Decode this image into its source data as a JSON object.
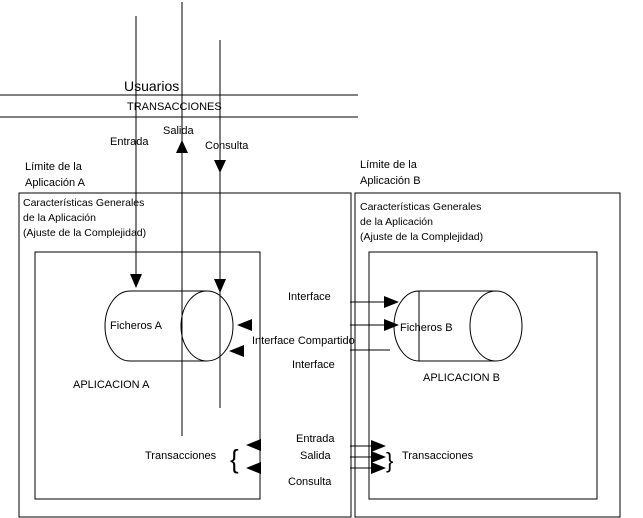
{
  "header": {
    "users_label": "Usuarios",
    "transactions_label": "TRANSACCIONES"
  },
  "flows": {
    "entrada": "Entrada",
    "salida": "Salida",
    "consulta": "Consulta"
  },
  "app_a": {
    "boundary_label_line1": "Límite de la",
    "boundary_label_line2": "Aplicación A",
    "characteristics_line1": "Características Generales",
    "characteristics_line2": "de la Aplicación",
    "characteristics_line3": "(Ajuste de la Complejidad)",
    "files_label": "Ficheros A",
    "app_label": "APLICACION A",
    "transactions_label": "Transacciones"
  },
  "app_b": {
    "boundary_label_line1": "Límite de la",
    "boundary_label_line2": "Aplicación B",
    "characteristics_line1": "Características Generales",
    "characteristics_line2": "de la Aplicación",
    "characteristics_line3": "(Ajuste de la Complejidad)",
    "files_label": "Ficheros B",
    "app_label": "APLICACION B",
    "transactions_label": "Transacciones"
  },
  "interfaces": {
    "top": "Interface",
    "shared": "Interface Compartido",
    "bottom": "Interface"
  },
  "b_flows": {
    "entrada": "Entrada",
    "salida": "Salida",
    "consulta": "Consulta"
  }
}
